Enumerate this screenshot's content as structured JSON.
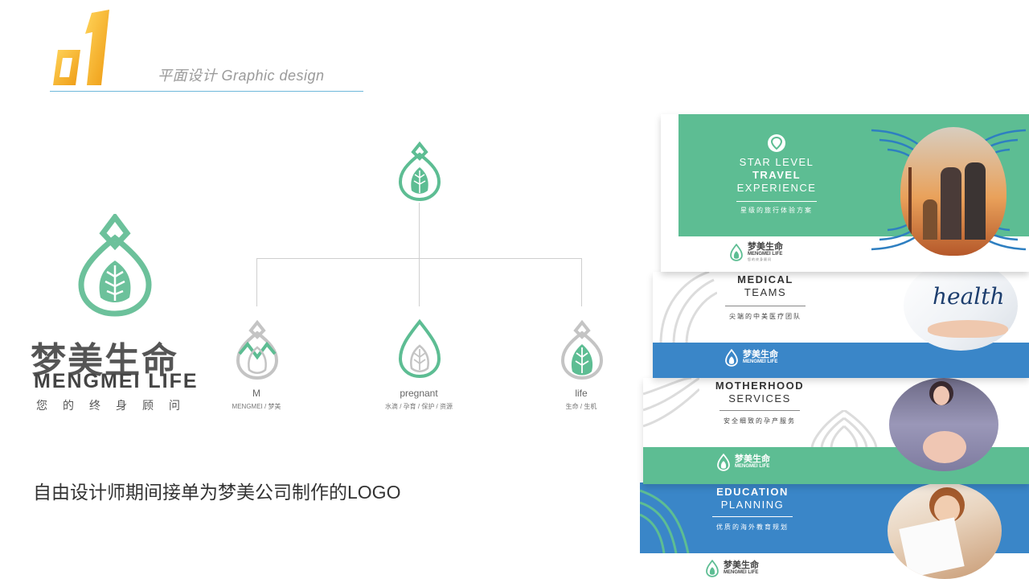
{
  "header": {
    "number": "01",
    "subtitle": "平面设计  Graphic  design"
  },
  "logo": {
    "cn_name": "梦美生命",
    "en_name": "MENGMEI LIFE",
    "tagline": "您的终身顾问"
  },
  "tree": {
    "children": [
      {
        "label": "M",
        "sub": "MENGMEI / 梦美"
      },
      {
        "label": "pregnant",
        "sub": "水滴 / 孕育 / 保护 / 资源"
      },
      {
        "label": "life",
        "sub": "生命 / 生机"
      }
    ]
  },
  "caption": "自由设计师期间接单为梦美公司制作的LOGO",
  "banners": [
    {
      "line1": "STAR LEVEL",
      "line2": "TRAVEL",
      "line3": "EXPERIENCE",
      "sub": "星级的旅行体验方案"
    },
    {
      "line1": "MEDICAL",
      "line2": "TEAMS",
      "sub": "尖端的中美医疗团队",
      "image_text": "health"
    },
    {
      "line1": "MOTHERHOOD",
      "line2": "SERVICES",
      "sub": "安全细致的孕产服务"
    },
    {
      "line1": "EDUCATION",
      "line2": "PLANNING",
      "sub": "优质的海外教育规划"
    }
  ],
  "banner_logo": {
    "cn": "梦美生命",
    "en": "MENGMEI LIFE",
    "tag": "您的终身顾问"
  },
  "colors": {
    "green": "#5dbd93",
    "blue": "#3a86c8",
    "gold": "#f2b21b",
    "divider": "#6fb8da"
  }
}
